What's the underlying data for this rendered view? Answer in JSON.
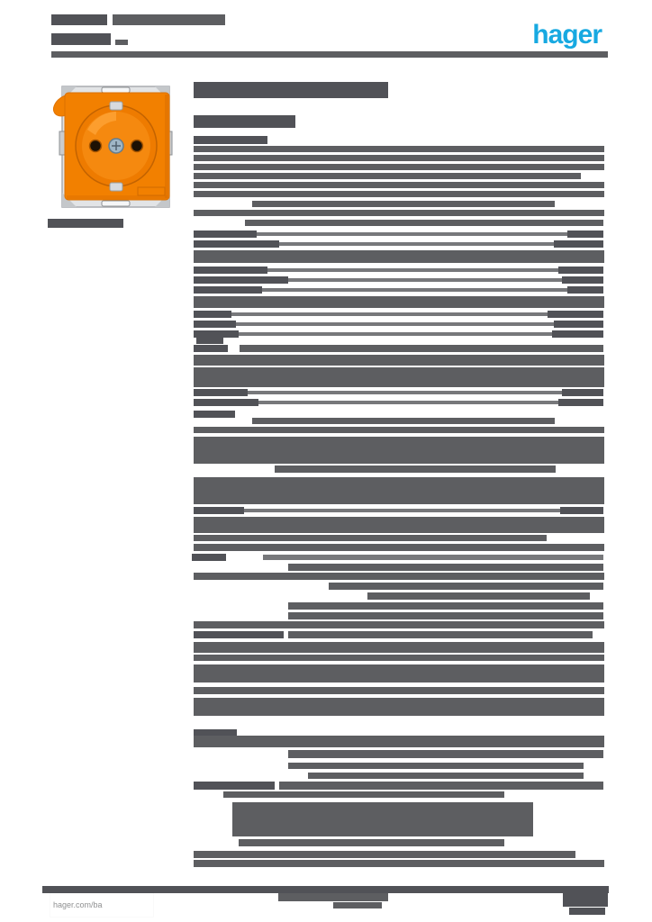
{
  "brand": {
    "logo_text": "hager",
    "logo_color": "#17A9E1"
  },
  "footer": {
    "link_label": "hager.com/ba",
    "rule_color": "#515257"
  },
  "product_image": {
    "name": "orange-schuko-socket-photo",
    "colors": {
      "cover_orange": "#F28000",
      "cover_shadow": "#D96F00",
      "socket_face": "#F5890F",
      "frame_gray": "#E2E4E6",
      "frame_edge": "#A9ACB0",
      "hole_dark": "#1D1104",
      "screw_blue": "#9FB6C6"
    }
  },
  "redactions": {
    "shades": {
      "d": "#515257",
      "m": "#5d5e61",
      "l": "#77787b"
    },
    "bars": [
      [
        57,
        16,
        62,
        12,
        "d"
      ],
      [
        125,
        16,
        125,
        12,
        "m"
      ],
      [
        57,
        37,
        66,
        13,
        "d"
      ],
      [
        128,
        44,
        14,
        6,
        "m"
      ],
      [
        57,
        57,
        618,
        7,
        "m"
      ],
      [
        53,
        243,
        84,
        10,
        "d"
      ],
      [
        215,
        91,
        216,
        18,
        "d"
      ],
      [
        215,
        128,
        113,
        14,
        "d"
      ],
      [
        215,
        151,
        82,
        9,
        "d"
      ],
      [
        215,
        162,
        456,
        7,
        "m"
      ],
      [
        215,
        172,
        456,
        7,
        "m"
      ],
      [
        215,
        182,
        456,
        7,
        "m"
      ],
      [
        215,
        192,
        430,
        7,
        "m"
      ],
      [
        215,
        202,
        456,
        7,
        "m"
      ],
      [
        215,
        212,
        456,
        7,
        "m"
      ],
      [
        280,
        223,
        336,
        7,
        "m"
      ],
      [
        215,
        233,
        456,
        7,
        "m"
      ],
      [
        272,
        244,
        398,
        7,
        "m"
      ],
      [
        215,
        258,
        455,
        4,
        "l"
      ],
      [
        215,
        256,
        70,
        8,
        "d"
      ],
      [
        630,
        256,
        40,
        8,
        "d"
      ],
      [
        215,
        269,
        455,
        4,
        "l"
      ],
      [
        215,
        267,
        95,
        8,
        "d"
      ],
      [
        615,
        267,
        55,
        8,
        "d"
      ],
      [
        215,
        278,
        456,
        14,
        "m"
      ],
      [
        215,
        298,
        455,
        4,
        "l"
      ],
      [
        215,
        296,
        82,
        8,
        "d"
      ],
      [
        620,
        296,
        50,
        8,
        "d"
      ],
      [
        215,
        309,
        455,
        4,
        "l"
      ],
      [
        215,
        307,
        105,
        8,
        "d"
      ],
      [
        624,
        307,
        46,
        8,
        "d"
      ],
      [
        215,
        320,
        455,
        4,
        "l"
      ],
      [
        215,
        318,
        76,
        8,
        "d"
      ],
      [
        630,
        318,
        40,
        8,
        "d"
      ],
      [
        215,
        329,
        456,
        13,
        "m"
      ],
      [
        215,
        347,
        455,
        4,
        "l"
      ],
      [
        215,
        345,
        42,
        8,
        "d"
      ],
      [
        608,
        345,
        62,
        8,
        "d"
      ],
      [
        215,
        358,
        455,
        4,
        "l"
      ],
      [
        215,
        356,
        47,
        8,
        "d"
      ],
      [
        615,
        356,
        55,
        8,
        "d"
      ],
      [
        215,
        369,
        455,
        4,
        "l"
      ],
      [
        215,
        367,
        50,
        8,
        "d"
      ],
      [
        613,
        367,
        57,
        8,
        "d"
      ],
      [
        218,
        375,
        30,
        7,
        "d"
      ],
      [
        215,
        383,
        38,
        8,
        "d"
      ],
      [
        266,
        383,
        404,
        8,
        "m"
      ],
      [
        215,
        394,
        456,
        12,
        "m"
      ],
      [
        215,
        408,
        456,
        22,
        "m"
      ],
      [
        215,
        434,
        455,
        4,
        "l"
      ],
      [
        215,
        432,
        60,
        8,
        "d"
      ],
      [
        624,
        432,
        46,
        8,
        "d"
      ],
      [
        215,
        445,
        455,
        4,
        "l"
      ],
      [
        215,
        443,
        72,
        8,
        "d"
      ],
      [
        620,
        443,
        50,
        8,
        "d"
      ],
      [
        215,
        456,
        46,
        8,
        "d"
      ],
      [
        280,
        464,
        336,
        7,
        "m"
      ],
      [
        215,
        474,
        456,
        7,
        "m"
      ],
      [
        215,
        485,
        456,
        30,
        "m"
      ],
      [
        305,
        517,
        312,
        8,
        "m"
      ],
      [
        215,
        530,
        456,
        30,
        "m"
      ],
      [
        215,
        565,
        455,
        4,
        "l"
      ],
      [
        215,
        563,
        56,
        8,
        "d"
      ],
      [
        622,
        563,
        48,
        8,
        "d"
      ],
      [
        215,
        574,
        456,
        18,
        "m"
      ],
      [
        215,
        594,
        392,
        7,
        "m"
      ],
      [
        215,
        604,
        456,
        8,
        "m"
      ],
      [
        213,
        615,
        38,
        8,
        "d"
      ],
      [
        292,
        616,
        378,
        6,
        "l"
      ],
      [
        320,
        626,
        350,
        8,
        "m"
      ],
      [
        215,
        636,
        456,
        8,
        "m"
      ],
      [
        365,
        647,
        305,
        8,
        "m"
      ],
      [
        408,
        658,
        247,
        8,
        "m"
      ],
      [
        320,
        669,
        350,
        8,
        "m"
      ],
      [
        320,
        680,
        350,
        8,
        "m"
      ],
      [
        215,
        690,
        456,
        8,
        "m"
      ],
      [
        215,
        701,
        100,
        8,
        "d"
      ],
      [
        320,
        701,
        338,
        8,
        "m"
      ],
      [
        215,
        713,
        456,
        12,
        "m"
      ],
      [
        215,
        727,
        456,
        7,
        "m"
      ],
      [
        215,
        738,
        456,
        20,
        "m"
      ],
      [
        215,
        763,
        456,
        8,
        "m"
      ],
      [
        215,
        775,
        456,
        20,
        "m"
      ],
      [
        215,
        810,
        48,
        8,
        "d"
      ],
      [
        215,
        817,
        456,
        13,
        "m"
      ],
      [
        320,
        833,
        350,
        9,
        "m"
      ],
      [
        320,
        847,
        328,
        7,
        "m"
      ],
      [
        342,
        858,
        306,
        7,
        "m"
      ],
      [
        215,
        868,
        90,
        9,
        "d"
      ],
      [
        310,
        868,
        360,
        9,
        "m"
      ],
      [
        248,
        879,
        312,
        7,
        "m"
      ],
      [
        258,
        891,
        334,
        38,
        "m"
      ],
      [
        265,
        932,
        295,
        8,
        "m"
      ],
      [
        215,
        945,
        424,
        8,
        "m"
      ],
      [
        215,
        955,
        456,
        8,
        "m"
      ],
      [
        309,
        988,
        122,
        13,
        "m"
      ],
      [
        370,
        1002,
        54,
        7,
        "m"
      ],
      [
        625,
        985,
        50,
        22,
        "d"
      ],
      [
        632,
        1008,
        40,
        8,
        "d"
      ]
    ]
  }
}
